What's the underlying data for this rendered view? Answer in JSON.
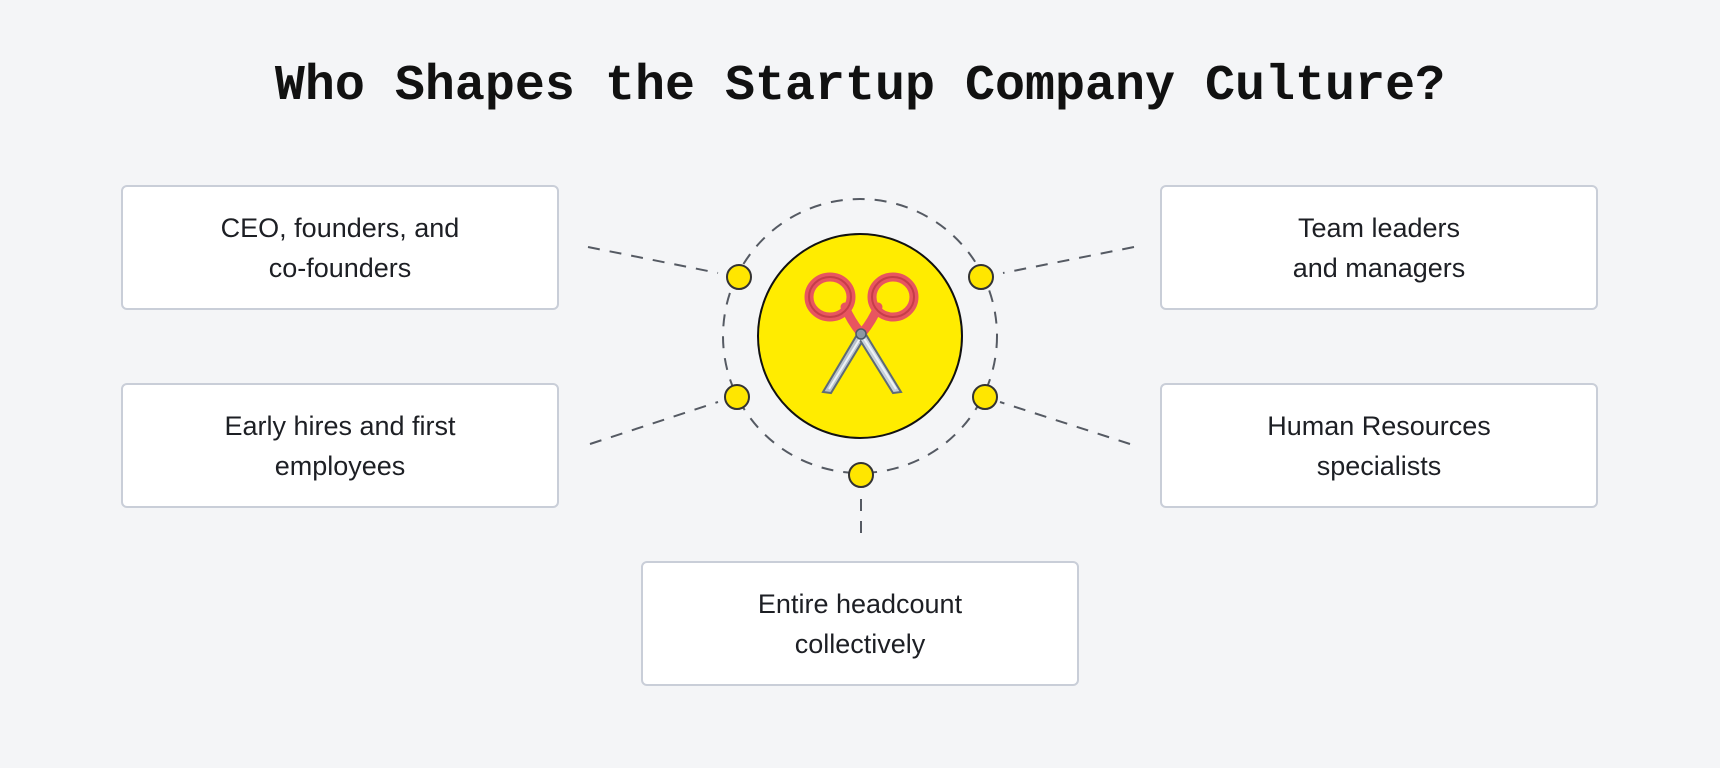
{
  "title": "Who Shapes the Startup Company Culture?",
  "center_icon": "scissors-icon",
  "colors": {
    "background": "#f4f5f7",
    "hub_fill": "#ffec00",
    "node_dot": "#ffe600",
    "card_border": "#c9ced8",
    "scissors_handle": "#e8555f"
  },
  "nodes": {
    "top_left": {
      "line1": "CEO, founders, and",
      "line2": "co-founders"
    },
    "mid_left": {
      "line1": "Early hires and first",
      "line2": "employees"
    },
    "top_right": {
      "line1": "Team leaders",
      "line2": "and managers"
    },
    "mid_right": {
      "line1": "Human Resources",
      "line2": "specialists"
    },
    "bottom": {
      "line1": "Entire headcount",
      "line2": "collectively"
    }
  }
}
